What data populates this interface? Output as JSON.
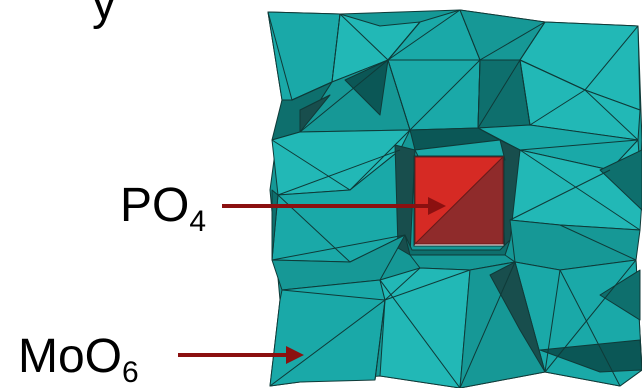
{
  "labels": {
    "po4_main": "PO",
    "po4_sub": "4",
    "moo6_main": "MoO",
    "moo6_sub": "6",
    "top_fragment": "y"
  },
  "colors": {
    "teal": "#1ba9a8",
    "teal_light": "#22b8b6",
    "teal_mid": "#169896",
    "teal_dark": "#0e6f6d",
    "teal_darker": "#0b5756",
    "teal_shadow": "#184e4d",
    "edge": "#0f3a38",
    "tetra_front": "#d62a24",
    "tetra_back": "#8f2b2b",
    "tetra_inside": "#ffffff",
    "arrow": "#8b1010",
    "text": "#000000"
  }
}
